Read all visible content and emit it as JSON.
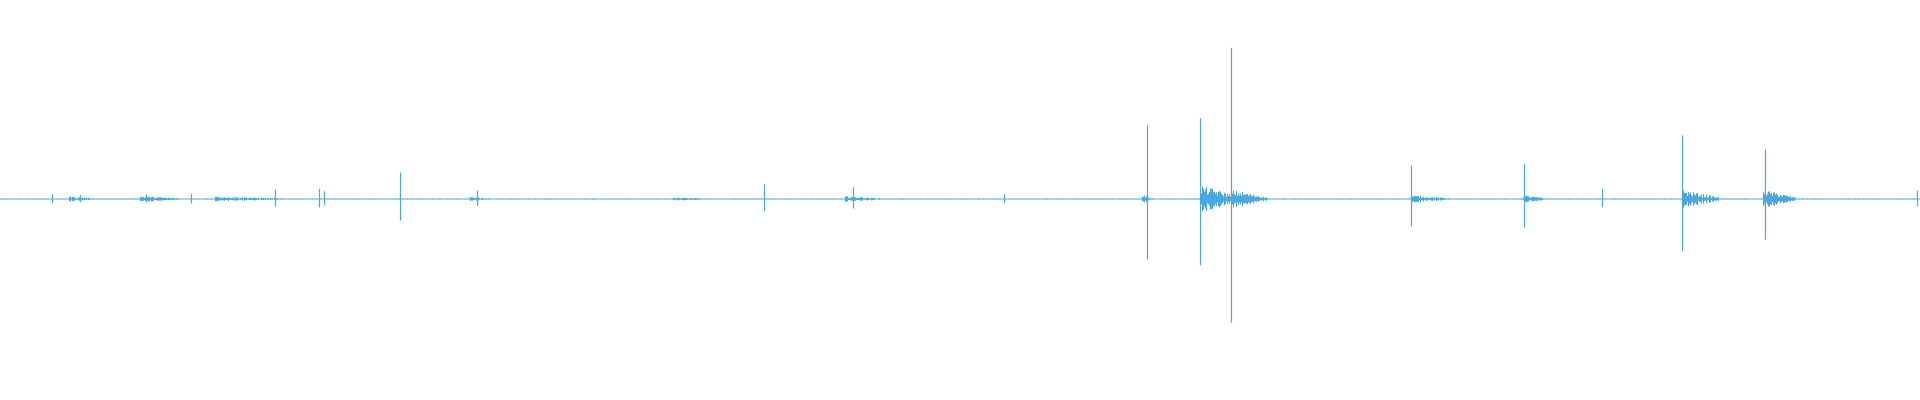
{
  "waveform": {
    "color": "#4aa8e0",
    "baseline_amplitude": 0.004,
    "spikes": [
      {
        "t": 0.027,
        "amp": 0.03
      },
      {
        "t": 0.0415,
        "amp": 0.025
      },
      {
        "t": 0.076,
        "amp": 0.028
      },
      {
        "t": 0.0995,
        "amp": 0.035
      },
      {
        "t": 0.143,
        "amp": 0.06
      },
      {
        "t": 0.166,
        "amp": 0.065
      },
      {
        "t": 0.169,
        "amp": 0.05
      },
      {
        "t": 0.2085,
        "amp": 0.17
      },
      {
        "t": 0.2485,
        "amp": 0.055
      },
      {
        "t": 0.398,
        "amp": 0.095
      },
      {
        "t": 0.4445,
        "amp": 0.075
      },
      {
        "t": 0.523,
        "amp": 0.03
      },
      {
        "t": 0.5975,
        "amp": 0.475
      },
      {
        "t": 0.625,
        "amp": 0.52
      },
      {
        "t": 0.641,
        "amp": 0.975
      },
      {
        "t": 0.735,
        "amp": 0.215
      },
      {
        "t": 0.7935,
        "amp": 0.225
      },
      {
        "t": 0.8345,
        "amp": 0.065
      },
      {
        "t": 0.876,
        "amp": 0.41
      },
      {
        "t": 0.9195,
        "amp": 0.32
      },
      {
        "t": 0.9985,
        "amp": 0.055
      }
    ],
    "bursts": [
      {
        "start": 0.036,
        "end": 0.05,
        "amp": 0.018
      },
      {
        "start": 0.073,
        "end": 0.095,
        "amp": 0.02
      },
      {
        "start": 0.112,
        "end": 0.148,
        "amp": 0.018
      },
      {
        "start": 0.245,
        "end": 0.255,
        "amp": 0.016
      },
      {
        "start": 0.35,
        "end": 0.37,
        "amp": 0.012
      },
      {
        "start": 0.44,
        "end": 0.46,
        "amp": 0.02
      },
      {
        "start": 0.595,
        "end": 0.6,
        "amp": 0.03
      },
      {
        "start": 0.625,
        "end": 0.645,
        "amp": 0.09
      },
      {
        "start": 0.641,
        "end": 0.66,
        "amp": 0.06
      },
      {
        "start": 0.735,
        "end": 0.755,
        "amp": 0.025
      },
      {
        "start": 0.793,
        "end": 0.805,
        "amp": 0.025
      },
      {
        "start": 0.876,
        "end": 0.895,
        "amp": 0.06
      },
      {
        "start": 0.918,
        "end": 0.935,
        "amp": 0.06
      }
    ]
  }
}
